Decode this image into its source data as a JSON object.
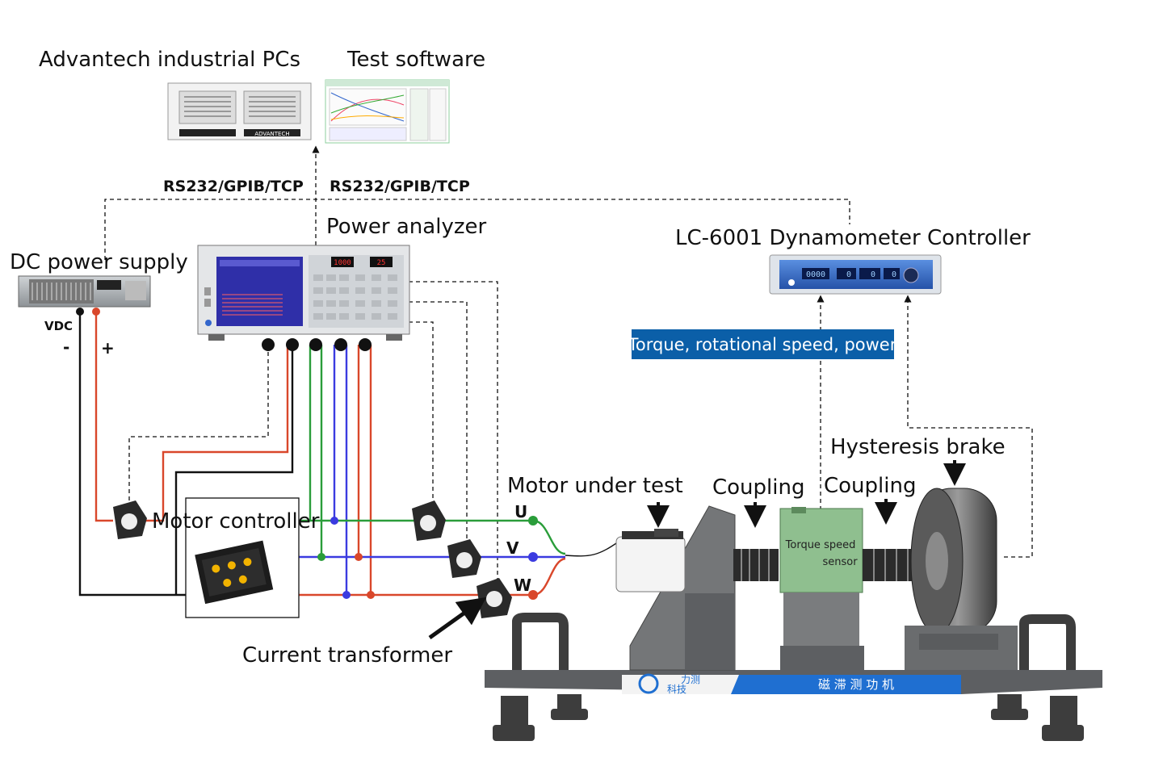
{
  "labels": {
    "pcs": "Advantech industrial PCs",
    "software": "Test software",
    "link_left": "RS232/GPIB/TCP",
    "link_right": "RS232/GPIB/TCP",
    "power_analyzer": "Power analyzer",
    "dyno_controller": "LC-6001 Dynamometer Controller",
    "dc_supply": "DC power supply",
    "vdc": "VDC",
    "minus": "-",
    "plus": "+",
    "torque_badge": "Torque, rotational speed, power",
    "motor_controller": "Motor controller",
    "motor_under_test": "Motor under test",
    "coupling_1": "Coupling",
    "coupling_2": "Coupling",
    "hysteresis_brake": "Hysteresis brake",
    "phase_u": "U",
    "phase_v": "V",
    "phase_w": "W",
    "current_transformer": "Current transformer",
    "sensor_line1": "Torque speed",
    "sensor_line2": "sensor",
    "bench_brand_1": "力测",
    "bench_brand_2": "科技",
    "bench_name": "磁 滞 测 功 机",
    "analyzer_display": "1000",
    "analyzer_display_2": "25",
    "dyno_readout_1": "0000",
    "dyno_readout_2": "0",
    "dyno_readout_3": "0",
    "dyno_readout_4": "0",
    "pc_brand": "ADVANTECH"
  },
  "colors": {
    "red_wire": "#d9472b",
    "green_wire": "#2a9d3a",
    "blue_wire": "#3b3be0",
    "black_wire": "#111111",
    "badge_bg": "#0b5fa8",
    "sensor_green": "#8fbf8f",
    "bench_blue": "#1f6fd1"
  }
}
